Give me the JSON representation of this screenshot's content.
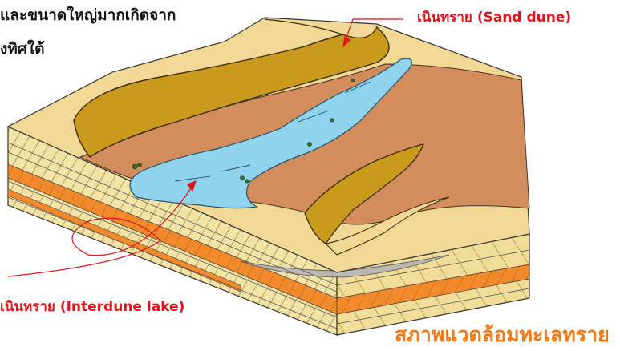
{
  "intro": {
    "line1": "และขนาดใหญ่มากเกิดจาก",
    "line2": "งทิศใต้"
  },
  "labels": {
    "sand_dune": "เนินทราย (Sand dune)",
    "interdune_lake": "เนินทราย (Interdune lake)"
  },
  "caption": "สภาพแวดล้อมทะเลทราย",
  "colors": {
    "label_red": "#e0141a",
    "caption_orange": "#ef7a16",
    "dune_gold": "#c99a1c",
    "sand_pale": "#f1d894",
    "lake_blue": "#8fd3ee",
    "interdune_brown": "#d38d5c",
    "stratum_orange": "#f28a2c"
  }
}
